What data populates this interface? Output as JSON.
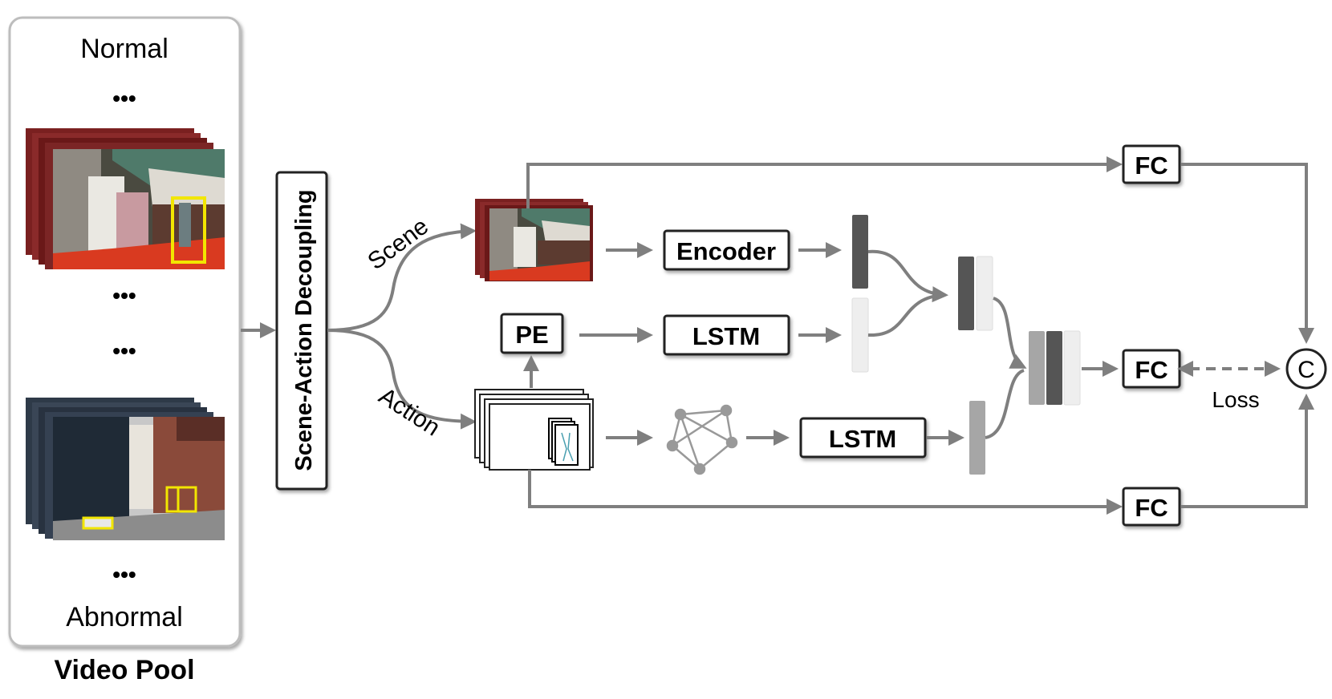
{
  "video_pool": {
    "title": "Video Pool",
    "normal_label": "Normal",
    "abnormal_label": "Abnormal",
    "ellipsis": "•••"
  },
  "decoupling": {
    "label": "Scene-Action Decoupling"
  },
  "branches": {
    "scene": "Scene",
    "action": "Action"
  },
  "modules": {
    "encoder": "Encoder",
    "pe": "PE",
    "lstm_top": "LSTM",
    "lstm_bottom": "LSTM",
    "fc_top": "FC",
    "fc_mid": "FC",
    "fc_bottom": "FC"
  },
  "concat": {
    "symbol": "C"
  },
  "loss": {
    "label": "Loss"
  },
  "colors": {
    "arrow": "#7f7f7f",
    "box_border": "#222222",
    "feat_dark": "#555555",
    "feat_light": "#eeeeee",
    "feat_mid": "#a6a6a6",
    "bbox": "#f2e600"
  },
  "icons": [
    "graph-icon",
    "pose-icon"
  ]
}
